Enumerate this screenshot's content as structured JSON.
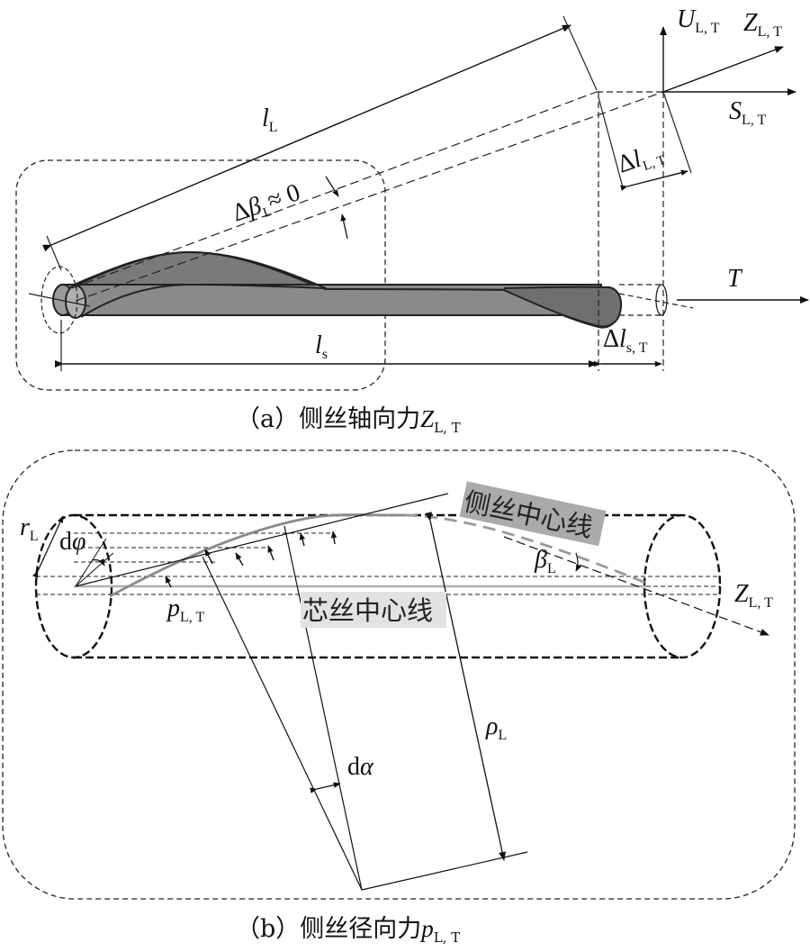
{
  "panel_a": {
    "caption_prefix": "（a）侧丝轴向力",
    "caption_symbol": "Z",
    "caption_sub": "L, T",
    "label_lL": {
      "main": "l",
      "sub": "L"
    },
    "label_ls": {
      "main": "l",
      "sub": "s"
    },
    "label_dbeta": {
      "delta": "Δ",
      "main": "β",
      "sub": "L",
      "rest": "≈ 0"
    },
    "label_dlLT": {
      "delta": "Δ",
      "main": "l",
      "sub": "L, T"
    },
    "label_dlsT": {
      "delta": "Δ",
      "main": "l",
      "sub": "s, T"
    },
    "label_T": "T",
    "axis_U": {
      "main": "U",
      "sub": "L, T"
    },
    "axis_Z": {
      "main": "Z",
      "sub": "L, T"
    },
    "axis_S": {
      "main": "S",
      "sub": "L, T"
    }
  },
  "panel_b": {
    "caption_prefix": "（b）侧丝径向力",
    "caption_symbol": "p",
    "caption_sub": "L, T",
    "side_wire_centerline": "侧丝中心线",
    "core_wire_centerline": "芯丝中心线",
    "label_rL": {
      "main": "r",
      "sub": "L"
    },
    "label_dphi": {
      "main": "d",
      "sym": "φ"
    },
    "label_pLT": {
      "main": "p",
      "sub": "L, T"
    },
    "label_betaL": {
      "main": "β",
      "sub": "L"
    },
    "label_ZLT": {
      "main": "Z",
      "sub": "L, T"
    },
    "label_dalpha": {
      "main": "d",
      "sym": "α"
    },
    "label_rhoL": {
      "main": "ρ",
      "sub": "L"
    }
  }
}
